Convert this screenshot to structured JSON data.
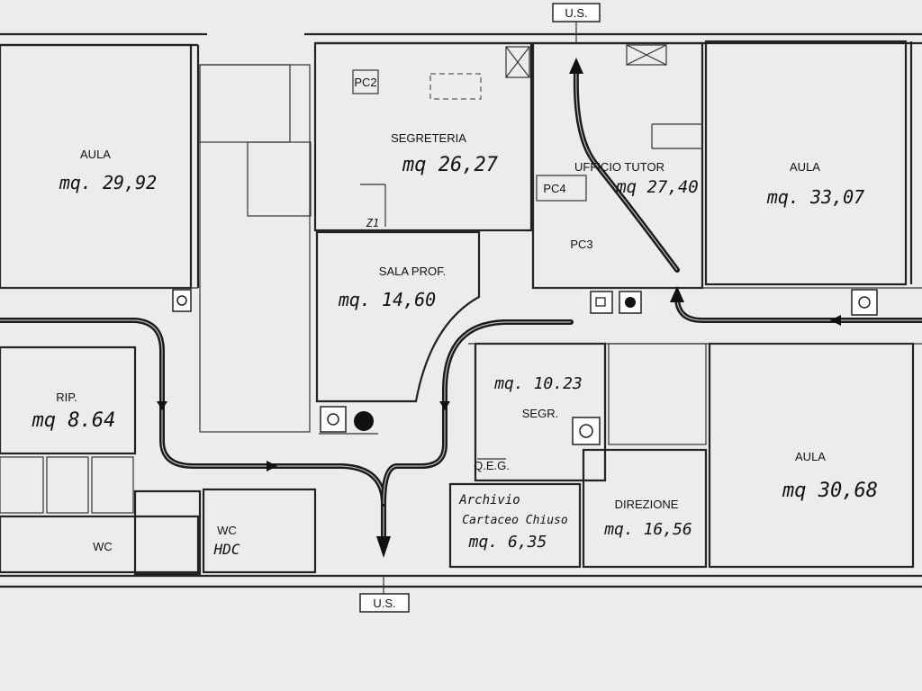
{
  "exits": {
    "top": "U.S.",
    "bottom": "U.S."
  },
  "rooms": {
    "aula_left": {
      "name": "AULA",
      "area": "mq. 29,92"
    },
    "segreteria": {
      "name": "SEGRETERIA",
      "area": "mq 26,27"
    },
    "ufficio_tutor": {
      "name": "UFFICIO TUTOR",
      "area": "mq 27,40"
    },
    "aula_right_top": {
      "name": "AULA",
      "area": "mq. 33,07"
    },
    "sala_prof": {
      "name": "SALA PROF.",
      "area": "mq. 14,60"
    },
    "rip": {
      "name": "RIP.",
      "area": "mq 8.64"
    },
    "segr": {
      "name": "SEGR.",
      "area": "mq. 10.23"
    },
    "aula_right_bottom": {
      "name": "AULA",
      "area": "mq 30,68"
    },
    "wc_left": {
      "name": "WC"
    },
    "wc_hdc": {
      "name": "WC",
      "sub": "HDC"
    },
    "archivio": {
      "line1": "Archivio",
      "line2": "Cartaceo Chiuso",
      "area": "mq. 6,35"
    },
    "direzione": {
      "name": "DIREZIONE",
      "area": "mq. 16,56"
    }
  },
  "equipment": {
    "pc2": "PC2",
    "pc4": "PC4",
    "pc3": "PC3",
    "z1": "Z1",
    "qeg": "Q.E.G."
  },
  "colors": {
    "paper": "#ededed",
    "ink": "#1a1a1a"
  }
}
